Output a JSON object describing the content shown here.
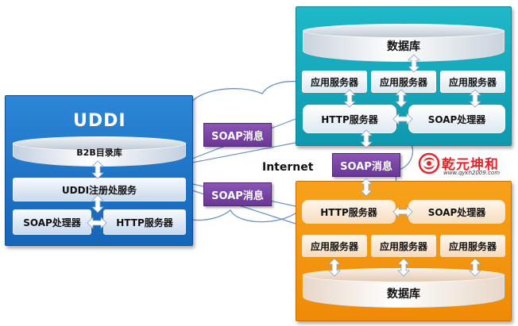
{
  "brand": {
    "name": "乾元坤和",
    "url": "www.qykh2009.com",
    "color": "#e8232a"
  },
  "network": {
    "label": "Internet"
  },
  "messages": {
    "soap_label": "SOAP消息"
  },
  "uddi": {
    "title": "UDDI",
    "registry_db": "B2B目录库",
    "registry_service": "UDDI注册处服务",
    "soap_processor": "SOAP处理器",
    "http_server": "HTTP服务器"
  },
  "top_server": {
    "database": "数据库",
    "app_servers": [
      "应用服务器",
      "应用服务器",
      "应用服务器"
    ],
    "http_server": "HTTP服务器",
    "soap_processor": "SOAP处理器"
  },
  "bottom_server": {
    "http_server": "HTTP服务器",
    "soap_processor": "SOAP处理器",
    "app_servers": [
      "应用服务器",
      "应用服务器",
      "应用服务器"
    ],
    "database": "数据库"
  },
  "colors": {
    "top_panel": "#15a9bd",
    "uddi_panel": "#1e74c9",
    "bottom_panel": "#f3960f",
    "message": "#7a45a5",
    "arrow": "#ffffff"
  }
}
